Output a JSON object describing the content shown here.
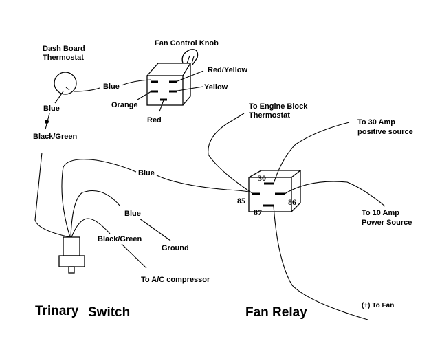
{
  "dash_thermostat": {
    "title_line1": "Dash Board",
    "title_line2": "Thermostat"
  },
  "fan_control": {
    "title": "Fan Control Knob",
    "wires": {
      "blue": "Blue",
      "orange": "Orange",
      "red": "Red",
      "red_yellow": "Red/Yellow",
      "yellow": "Yellow"
    }
  },
  "left_wires": {
    "blue": "Blue",
    "black_green": "Black/Green"
  },
  "trinary": {
    "title_word1": "Trinary",
    "title_word2": "Switch",
    "wires": {
      "blue_top": "Blue",
      "blue_ground": "Blue",
      "ground": "Ground",
      "black_green": "Black/Green",
      "ac": "To A/C compressor"
    }
  },
  "relay": {
    "title": "Fan Relay",
    "pins": {
      "p30": "30",
      "p85": "85",
      "p86": "86",
      "p87": "87"
    },
    "engine_line1": "To Engine Block",
    "engine_line2": "Thermostat",
    "amp30_line1": "To 30 Amp",
    "amp30_line2": "positive source",
    "amp10_line1": "To 10 Amp",
    "amp10_line2": "Power Source",
    "to_fan": "(+) To Fan"
  }
}
